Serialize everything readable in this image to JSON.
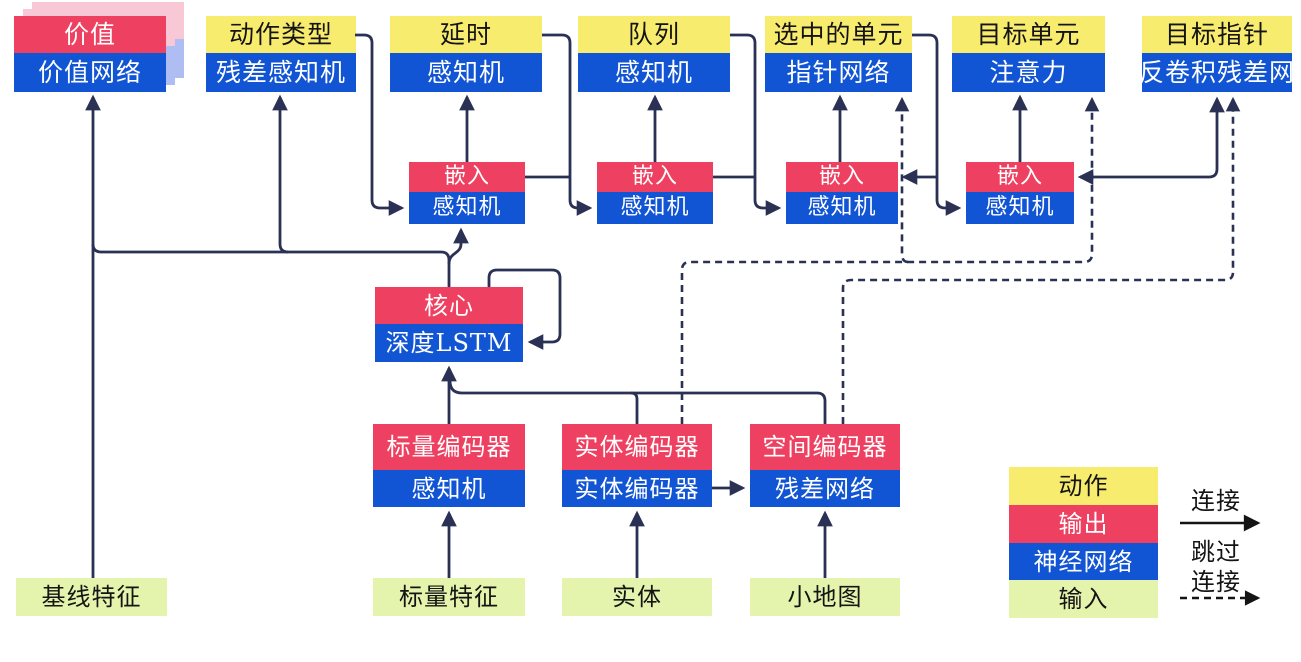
{
  "value_head": {
    "output": "价值",
    "network": "价值网络"
  },
  "action_heads": [
    {
      "action": "动作类型",
      "network": "残差感知机"
    },
    {
      "action": "延时",
      "network": "感知机"
    },
    {
      "action": "队列",
      "network": "感知机"
    },
    {
      "action": "选中的单元",
      "network": "指针网络"
    },
    {
      "action": "目标单元",
      "network": "注意力"
    },
    {
      "action": "目标指针",
      "network": "反卷积残差网"
    }
  ],
  "embeddings": [
    {
      "output": "嵌入",
      "network": "感知机"
    },
    {
      "output": "嵌入",
      "network": "感知机"
    },
    {
      "output": "嵌入",
      "network": "感知机"
    },
    {
      "output": "嵌入",
      "network": "感知机"
    }
  ],
  "core": {
    "output": "核心",
    "network": "深度LSTM"
  },
  "encoders": [
    {
      "output": "标量编码器",
      "network": "感知机"
    },
    {
      "output": "实体编码器",
      "network": "实体编码器"
    },
    {
      "output": "空间编码器",
      "network": "残差网络"
    }
  ],
  "inputs": {
    "baseline": "基线特征",
    "scalar": "标量特征",
    "entity": "实体",
    "minimap": "小地图"
  },
  "legend": {
    "action": "动作",
    "output": "输出",
    "network": "神经网络",
    "input": "输入",
    "solid_connection": "连接",
    "skip_line1": "跳过",
    "skip_line2": "连接"
  },
  "colors": {
    "action_yellow": "#f8ec6e",
    "output_red": "#ee4060",
    "network_blue": "#1155d4",
    "input_green": "#e4f4ad",
    "connector_navy": "#2a3154",
    "legend_arrow_black": "#141414",
    "shadow_pink": "#f8c8d6",
    "shadow_periwinkle": "#aebdf2"
  }
}
